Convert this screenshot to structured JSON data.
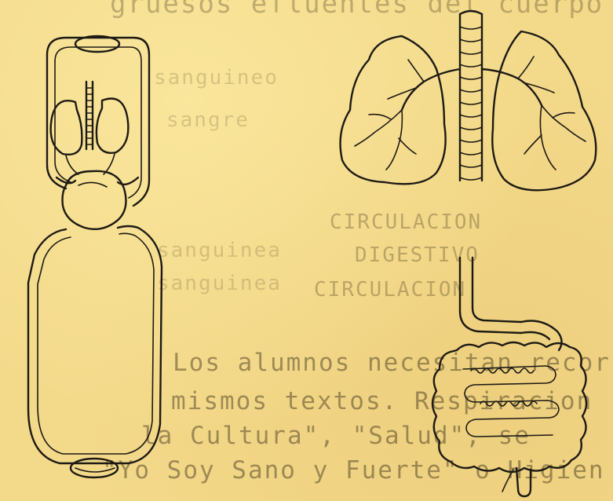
{
  "page": {
    "background_color": "#f3d98a",
    "ink_color": "#1d1a14"
  },
  "bleed_through_text": {
    "line_1": "gruesos efluentes del cuerpo",
    "line_2": "CIRCULACION",
    "line_3": "DIGESTIVO",
    "line_4": "CIRCULACION",
    "line_5": "sanguineo",
    "line_6": "sangre",
    "line_7": "sanguinea",
    "line_8": "sanguinea",
    "line_9": "Los alumnos necesitan recor",
    "line_10": "mismos textos. Respiracion",
    "line_11": "la Cultura\", \"Salud\", se",
    "line_12": "\"Yo Soy Sano y Fuerte\" o Higien"
  },
  "illustrations": {
    "circulatory": "circulatory-system-diagram",
    "lungs": "lungs-and-trachea-diagram",
    "digestive": "stomach-and-intestines-diagram"
  }
}
